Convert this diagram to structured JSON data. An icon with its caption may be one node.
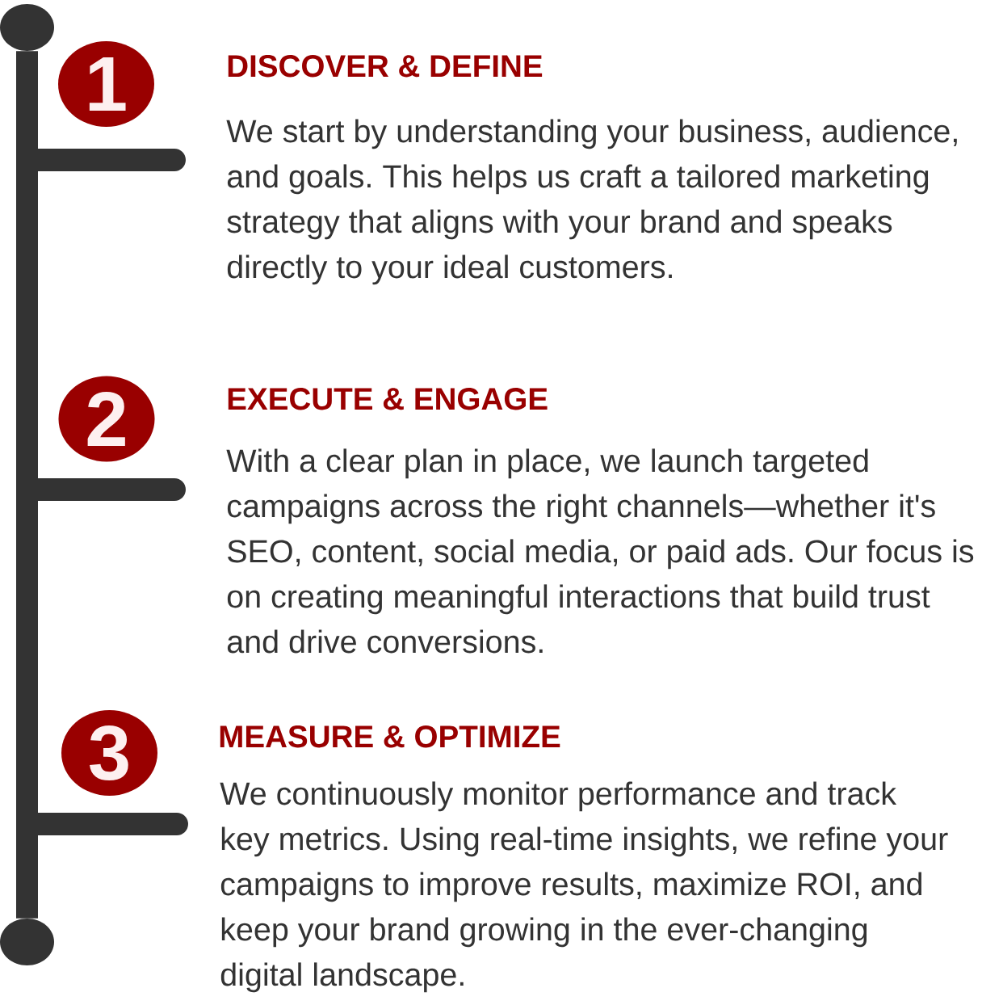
{
  "diagram": {
    "nodes": [
      {
        "text": [],
        "shape": "circle"
      },
      {
        "text": [
          "1"
        ],
        "beside": [
          "DISCOVER & DEFINE",
          "We start by understanding your business, audience, and goals. This helps us craft a tailored marketing strategy that aligns with your brand and speaks directly to your ideal customers."
        ]
      },
      {
        "text": [],
        "shape": "bar"
      },
      {
        "text": [
          "2"
        ],
        "beside": [
          "EXECUTE & ENGAGE",
          "With a clear plan in place, we launch targeted campaigns across the right channels—whether it's SEO, content, social media, or paid ads. Our focus is on creating meaningful interactions that build trust and drive conversions."
        ]
      },
      {
        "text": [],
        "shape": "bar"
      },
      {
        "text": [
          "3"
        ],
        "beside": [
          "MEASURE & OPTIMIZE",
          "We continuously monitor performance and track key metrics. Using real-time insights, we refine your campaigns to improve results, maximize ROI, and keep your brand growing in the ever-changing digital landscape."
        ]
      },
      {
        "text": [],
        "shape": "bar"
      },
      {
        "text": [],
        "shape": "circle"
      }
    ],
    "edges": [
      {
        "from": 0,
        "to": 7,
        "arrow": "none"
      }
    ]
  }
}
